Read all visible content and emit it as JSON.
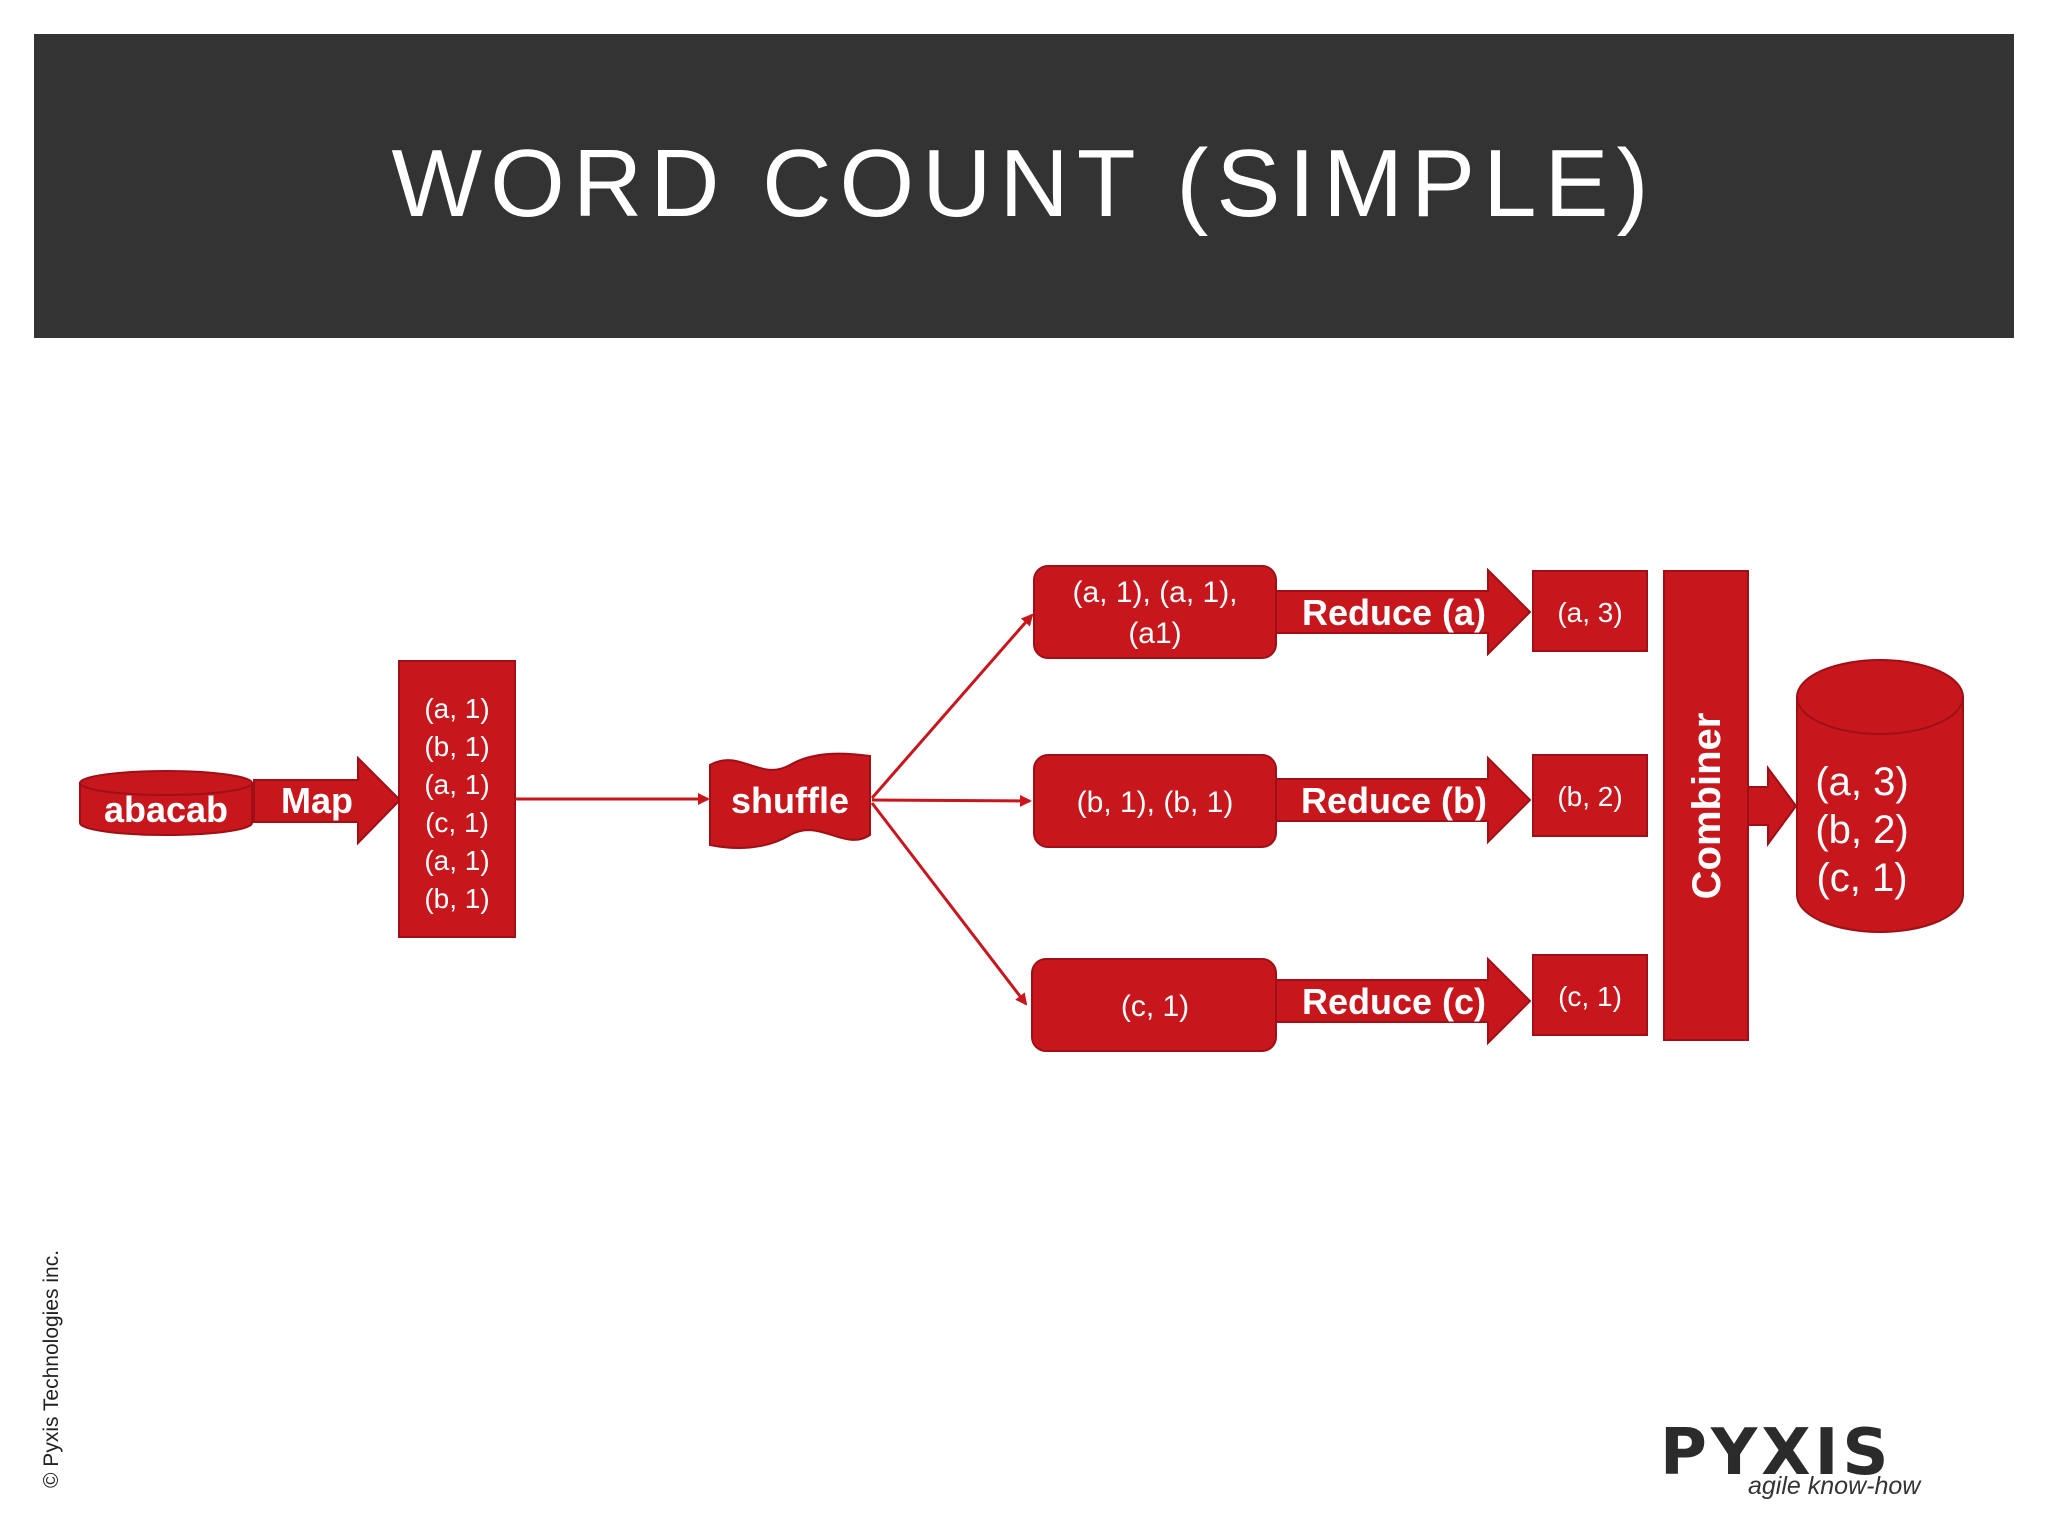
{
  "title": "WORD COUNT (SIMPLE)",
  "colors": {
    "red": "#c8161d",
    "red_dark": "#9e1015",
    "title_bg": "#333333",
    "text": "#ffffff"
  },
  "input": {
    "label": "abacab",
    "shape": "cylinder"
  },
  "map": {
    "label": "Map"
  },
  "mapped_pairs": [
    "(a, 1)",
    "(b, 1)",
    "(a, 1)",
    "(c, 1)",
    "(a, 1)",
    "(b, 1)"
  ],
  "shuffle": {
    "label": "shuffle"
  },
  "groups": [
    {
      "lines": [
        "(a, 1), (a, 1),",
        "(a1)"
      ],
      "reduce_label": "Reduce (a)",
      "result": "(a, 3)"
    },
    {
      "lines": [
        "(b, 1), (b, 1)"
      ],
      "reduce_label": "Reduce (b)",
      "result": "(b, 2)"
    },
    {
      "lines": [
        "(c, 1)"
      ],
      "reduce_label": "Reduce (c)",
      "result": "(c, 1)"
    }
  ],
  "combiner": {
    "label": "Combiner"
  },
  "output": {
    "lines": [
      "(a, 3)",
      "(b, 2)",
      "(c, 1)"
    ],
    "shape": "cylinder"
  },
  "footer": {
    "copyright": "© Pyxis Technologies inc.",
    "logo_text": "PYXIS",
    "logo_tagline": "agile know-how"
  }
}
